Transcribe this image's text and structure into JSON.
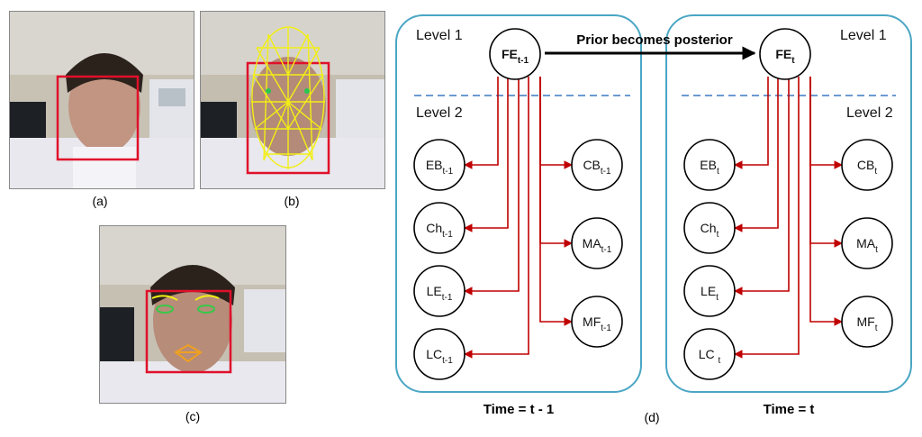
{
  "captions": {
    "a": "(a)",
    "b": "(b)",
    "c": "(c)",
    "d": "(d)"
  },
  "levels": {
    "level1": "Level 1",
    "level2": "Level 2"
  },
  "arrow_label": "Prior becomes posterior",
  "time_labels": {
    "prev": "Time = t - 1",
    "curr": "Time = t"
  },
  "prev_slice": {
    "root": {
      "base": "FE",
      "sub": "t-1"
    },
    "left_nodes": [
      {
        "base": "EB",
        "sub": "t-1"
      },
      {
        "base": "Ch",
        "sub": "t-1"
      },
      {
        "base": "LE",
        "sub": "t-1"
      },
      {
        "base": "LC",
        "sub": "t-1"
      }
    ],
    "right_nodes": [
      {
        "base": "CB",
        "sub": "t-1"
      },
      {
        "base": "MA",
        "sub": "t-1"
      },
      {
        "base": "MF",
        "sub": "t-1"
      }
    ]
  },
  "curr_slice": {
    "root": {
      "base": "FE",
      "sub": "t"
    },
    "left_nodes": [
      {
        "base": "EB",
        "sub": "t"
      },
      {
        "base": "Ch",
        "sub": "t"
      },
      {
        "base": "LE",
        "sub": "t"
      },
      {
        "base": "LC ",
        "sub": "t"
      }
    ],
    "right_nodes": [
      {
        "base": "CB",
        "sub": "t"
      },
      {
        "base": "MA",
        "sub": "t"
      },
      {
        "base": "MF",
        "sub": "t"
      }
    ]
  },
  "colors": {
    "box_border": "#4aa6c4",
    "edge": "#c00000",
    "dash": "#3a78c2",
    "face_box": "#e0102a",
    "mesh": "#f2ef14"
  }
}
